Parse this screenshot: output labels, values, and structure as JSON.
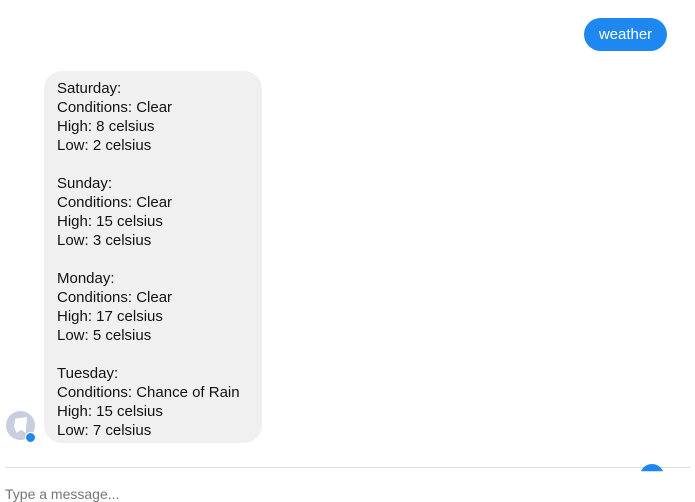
{
  "outgoing_message": "weather",
  "incoming_message": {
    "days": [
      {
        "day": "Saturday:",
        "conditions": "Conditions: Clear",
        "high": "High: 8 celsius",
        "low": "Low: 2 celsius"
      },
      {
        "day": "Sunday:",
        "conditions": "Conditions: Clear",
        "high": "High: 15 celsius",
        "low": "Low: 3 celsius"
      },
      {
        "day": "Monday:",
        "conditions": "Conditions: Clear",
        "high": "High: 17 celsius",
        "low": "Low: 5 celsius"
      },
      {
        "day": "Tuesday:",
        "conditions": "Conditions: Chance of Rain",
        "high": "High: 15 celsius",
        "low": "Low: 7 celsius"
      }
    ]
  },
  "composer": {
    "placeholder": "Type a message..."
  },
  "colors": {
    "accent": "#1e88f0",
    "incoming_bubble": "#f1f0f0"
  }
}
